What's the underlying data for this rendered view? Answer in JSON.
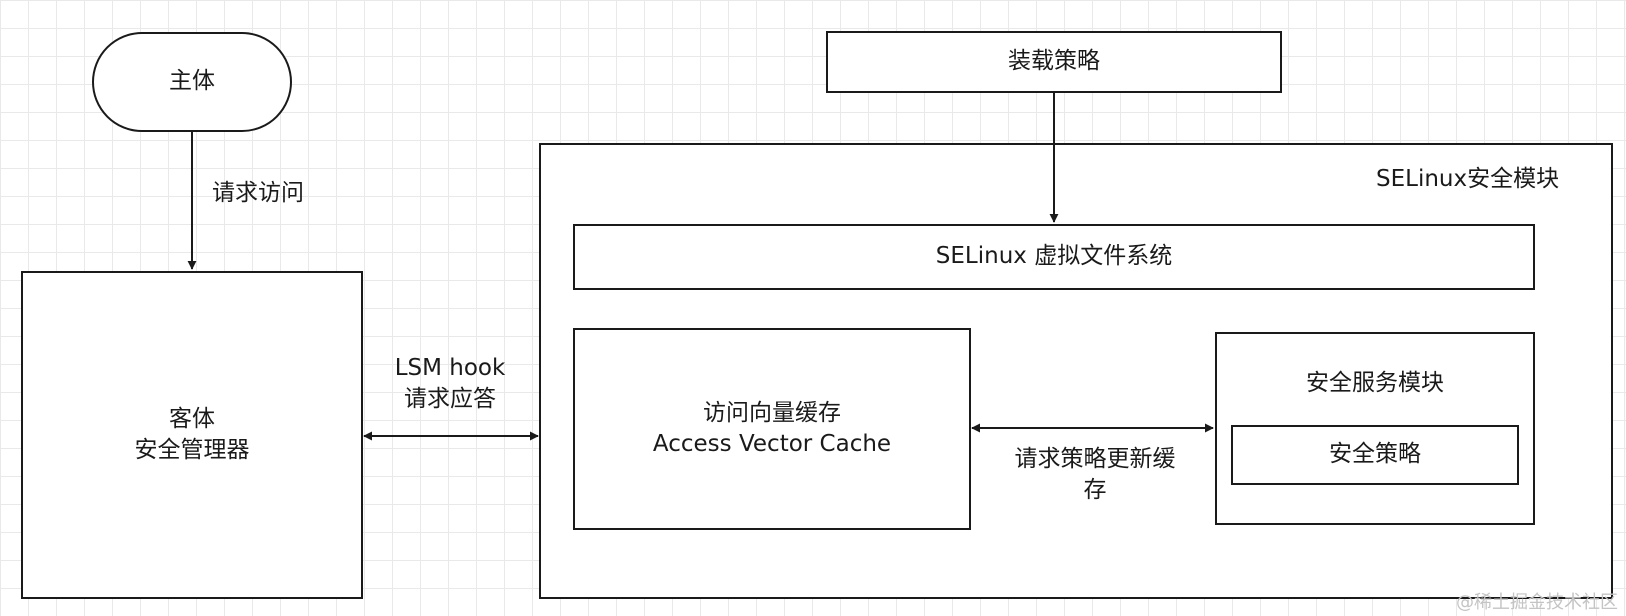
{
  "nodes": {
    "subject": "主体",
    "object_line1": "客体",
    "object_line2": "安全管理器",
    "load_policy": "装载策略",
    "selinux_module": "SELinux安全模块",
    "selinux_vfs": "SELinux 虚拟文件系统",
    "avc_line1": "访问向量缓存",
    "avc_line2": "Access Vector Cache",
    "security_service": "安全服务模块",
    "security_policy": "安全策略"
  },
  "edges": {
    "request_access": "请求访问",
    "lsm_line1": "LSM hook",
    "lsm_line2": "请求应答",
    "update_line1": "请求策略更新缓",
    "update_line2": "存"
  },
  "watermark": "@稀土掘金技术社区",
  "colors": {
    "stroke": "#1a1a1a",
    "grid": "#e9e9e9",
    "background": "#ffffff"
  }
}
